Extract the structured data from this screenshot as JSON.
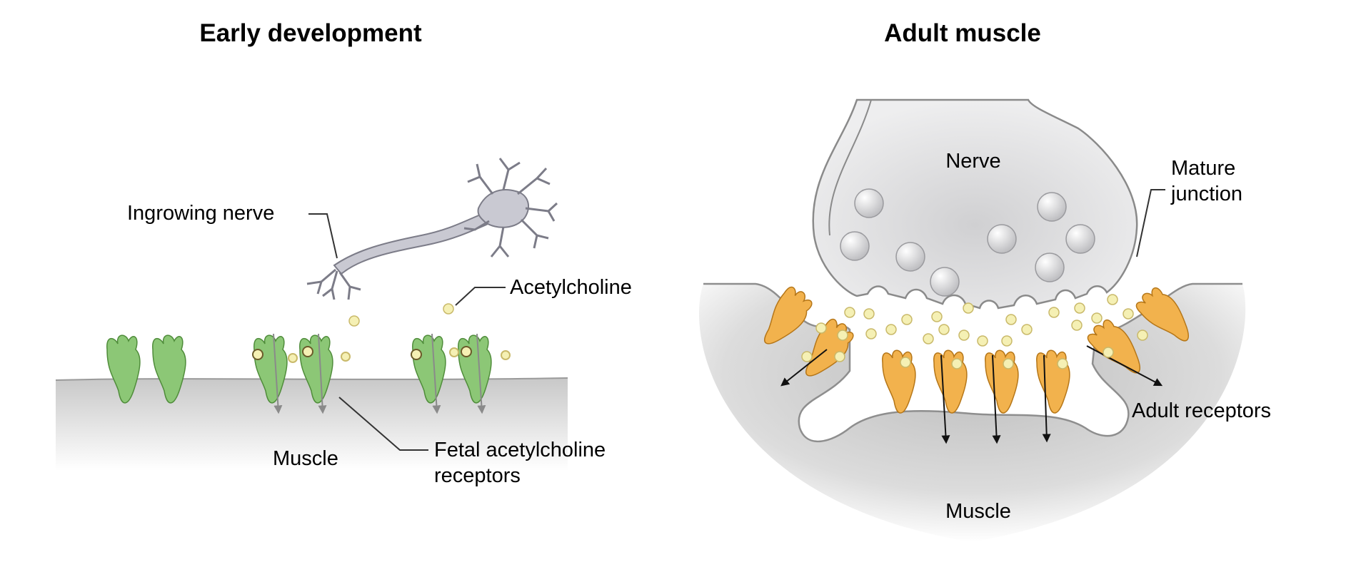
{
  "panels": {
    "early": {
      "title": "Early development",
      "labels": {
        "ingrowing_nerve": "Ingrowing nerve",
        "acetylcholine": "Acetylcholine",
        "muscle": "Muscle",
        "fetal_receptors_line1": "Fetal acetylcholine",
        "fetal_receptors_line2": "receptors"
      }
    },
    "adult": {
      "title": "Adult muscle",
      "labels": {
        "nerve": "Nerve",
        "mature_junction_line1": "Mature",
        "mature_junction_line2": "junction",
        "adult_receptors": "Adult receptors",
        "muscle": "Muscle"
      }
    }
  },
  "colors": {
    "fetal_receptor": "#8cc776",
    "adult_receptor": "#f2b24d",
    "acetylcholine": "#f5f0b4",
    "nerve": "#d8d8da",
    "muscle": "#d3d3d3"
  }
}
